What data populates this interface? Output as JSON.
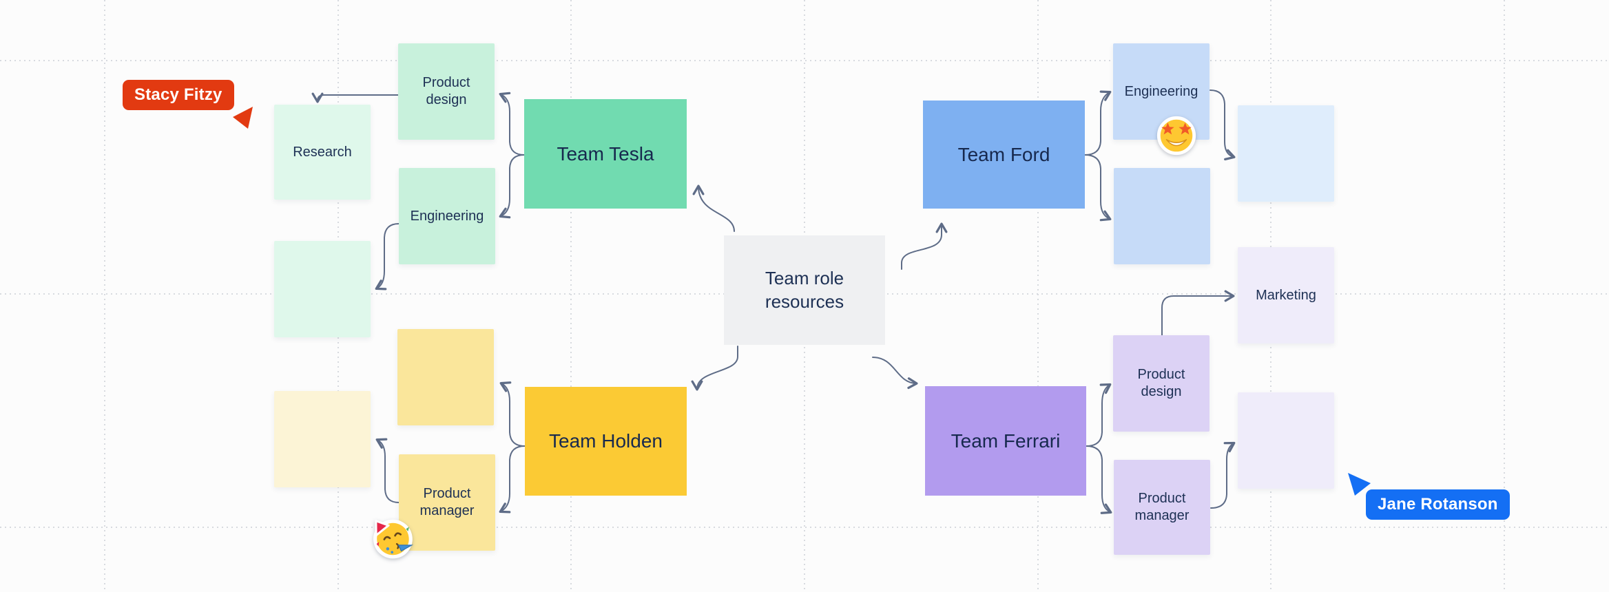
{
  "app": {
    "name": "collaborative-whiteboard-canvas"
  },
  "center_node": {
    "label": "Team role resources"
  },
  "teams": {
    "tesla": {
      "label": "Team Tesla",
      "color": "#71dbb0"
    },
    "holden": {
      "label": "Team Holden",
      "color": "#fbca34"
    },
    "ford": {
      "label": "Team Ford",
      "color": "#7eb0f1"
    },
    "ferrari": {
      "label": "Team Ferrari",
      "color": "#b29bee"
    }
  },
  "stickies": {
    "tesla_product_design": {
      "label": "Product design",
      "color": "#c8f1dc"
    },
    "tesla_research": {
      "label": "Research",
      "color": "#dff8eb"
    },
    "tesla_engineering": {
      "label": "Engineering",
      "color": "#c8f1dc"
    },
    "tesla_blank": {
      "label": "",
      "color": "#dff8eb"
    },
    "holden_blank": {
      "label": "",
      "color": "#fae69b"
    },
    "holden_pale_blank": {
      "label": "",
      "color": "#fcf4d6"
    },
    "holden_product_manager": {
      "label": "Product manager",
      "color": "#fae69b"
    },
    "ford_engineering": {
      "label": "Engineering",
      "color": "#c6dbf8"
    },
    "ford_blank": {
      "label": "",
      "color": "#c6dbf8"
    },
    "ford_pale_blank": {
      "label": "",
      "color": "#dfedfc"
    },
    "ferrari_product_design": {
      "label": "Product design",
      "color": "#dcd2f5"
    },
    "ferrari_product_manager": {
      "label": "Product manager",
      "color": "#dcd2f5"
    },
    "ferrari_marketing": {
      "label": "Marketing",
      "color": "#efecfa"
    },
    "ferrari_pale_blank": {
      "label": "",
      "color": "#efecfa"
    }
  },
  "cursors": {
    "stacy": {
      "name": "Stacy Fitzy",
      "color": "#e23a11"
    },
    "jane": {
      "name": "Jane Rotanson",
      "color": "#146ff4"
    }
  },
  "emojis": {
    "star_struck": {
      "name": "star-struck"
    },
    "party_face": {
      "name": "partying-face"
    }
  },
  "style": {
    "connector_color": "#5e6c87",
    "text_color": "#1d3054",
    "background": "#fcfcfc"
  }
}
